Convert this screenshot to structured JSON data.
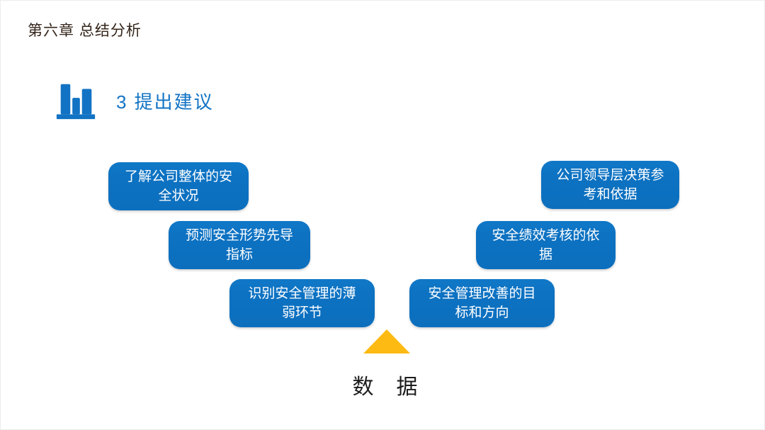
{
  "header": {
    "title": "第六章 总结分析"
  },
  "section": {
    "icon": "bar-chart-icon",
    "title": "3 提出建议"
  },
  "colors": {
    "accent_blue": "#0d72c2",
    "title_blue": "#1273c4",
    "accent_yellow": "#fdba12",
    "header_text": "#33241a",
    "box_text": "#ffffff"
  },
  "boxes": [
    {
      "side": "left",
      "lines": [
        "了解公司整体的安",
        "全状况"
      ]
    },
    {
      "side": "left",
      "lines": [
        "预测安全形势先导",
        "指标"
      ]
    },
    {
      "side": "left",
      "lines": [
        "识别安全管理的薄",
        "弱环节"
      ]
    },
    {
      "side": "right",
      "lines": [
        "公司领导层决策参",
        "考和依据"
      ]
    },
    {
      "side": "right",
      "lines": [
        "安全绩效考核的依",
        "据"
      ]
    },
    {
      "side": "right",
      "lines": [
        "安全管理改善的目",
        "标和方向"
      ]
    }
  ],
  "footer": {
    "label": "数　据"
  }
}
